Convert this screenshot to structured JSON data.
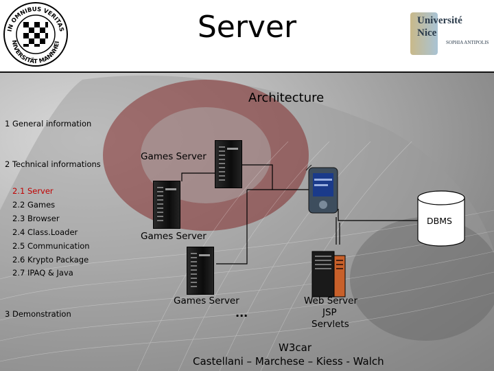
{
  "header": {
    "title": "Server",
    "logo_left": {
      "icon": "mannheim-seal-icon",
      "text": "IN OMNIBUS VERITAS · UNIVERSITÄT MANNHEIM"
    },
    "logo_right": {
      "icon": "unice-logo-icon",
      "line1": "Université",
      "line2": "Nice",
      "line3": "SOPHIA ANTIPOLIS"
    }
  },
  "nav": {
    "general": "1 General information",
    "technical": "2 Technical informations",
    "server": "2.1 Server",
    "games": "2.2 Games",
    "browser": "2.3 Browser",
    "classloader": "2.4 Class.Loader",
    "communication": "2.5 Communication",
    "krypto": "2.6 Krypto Package",
    "ipaq": "2.7 IPAQ & Java",
    "demo": "3 Demonstration"
  },
  "diagram": {
    "heading": "Architecture",
    "games_server_1": "Games Server",
    "games_server_2": "Games Server",
    "games_server_3": "Games Server",
    "ellipsis": "...",
    "dbms": "DBMS",
    "web_server": [
      "Web Server",
      "JSP",
      "Servlets"
    ]
  },
  "footer": {
    "project": "W3car",
    "authors": "Castellani – Marchese – Kiess - Walch"
  },
  "colors": {
    "active_nav": "#c00000",
    "rule": "#111111"
  }
}
